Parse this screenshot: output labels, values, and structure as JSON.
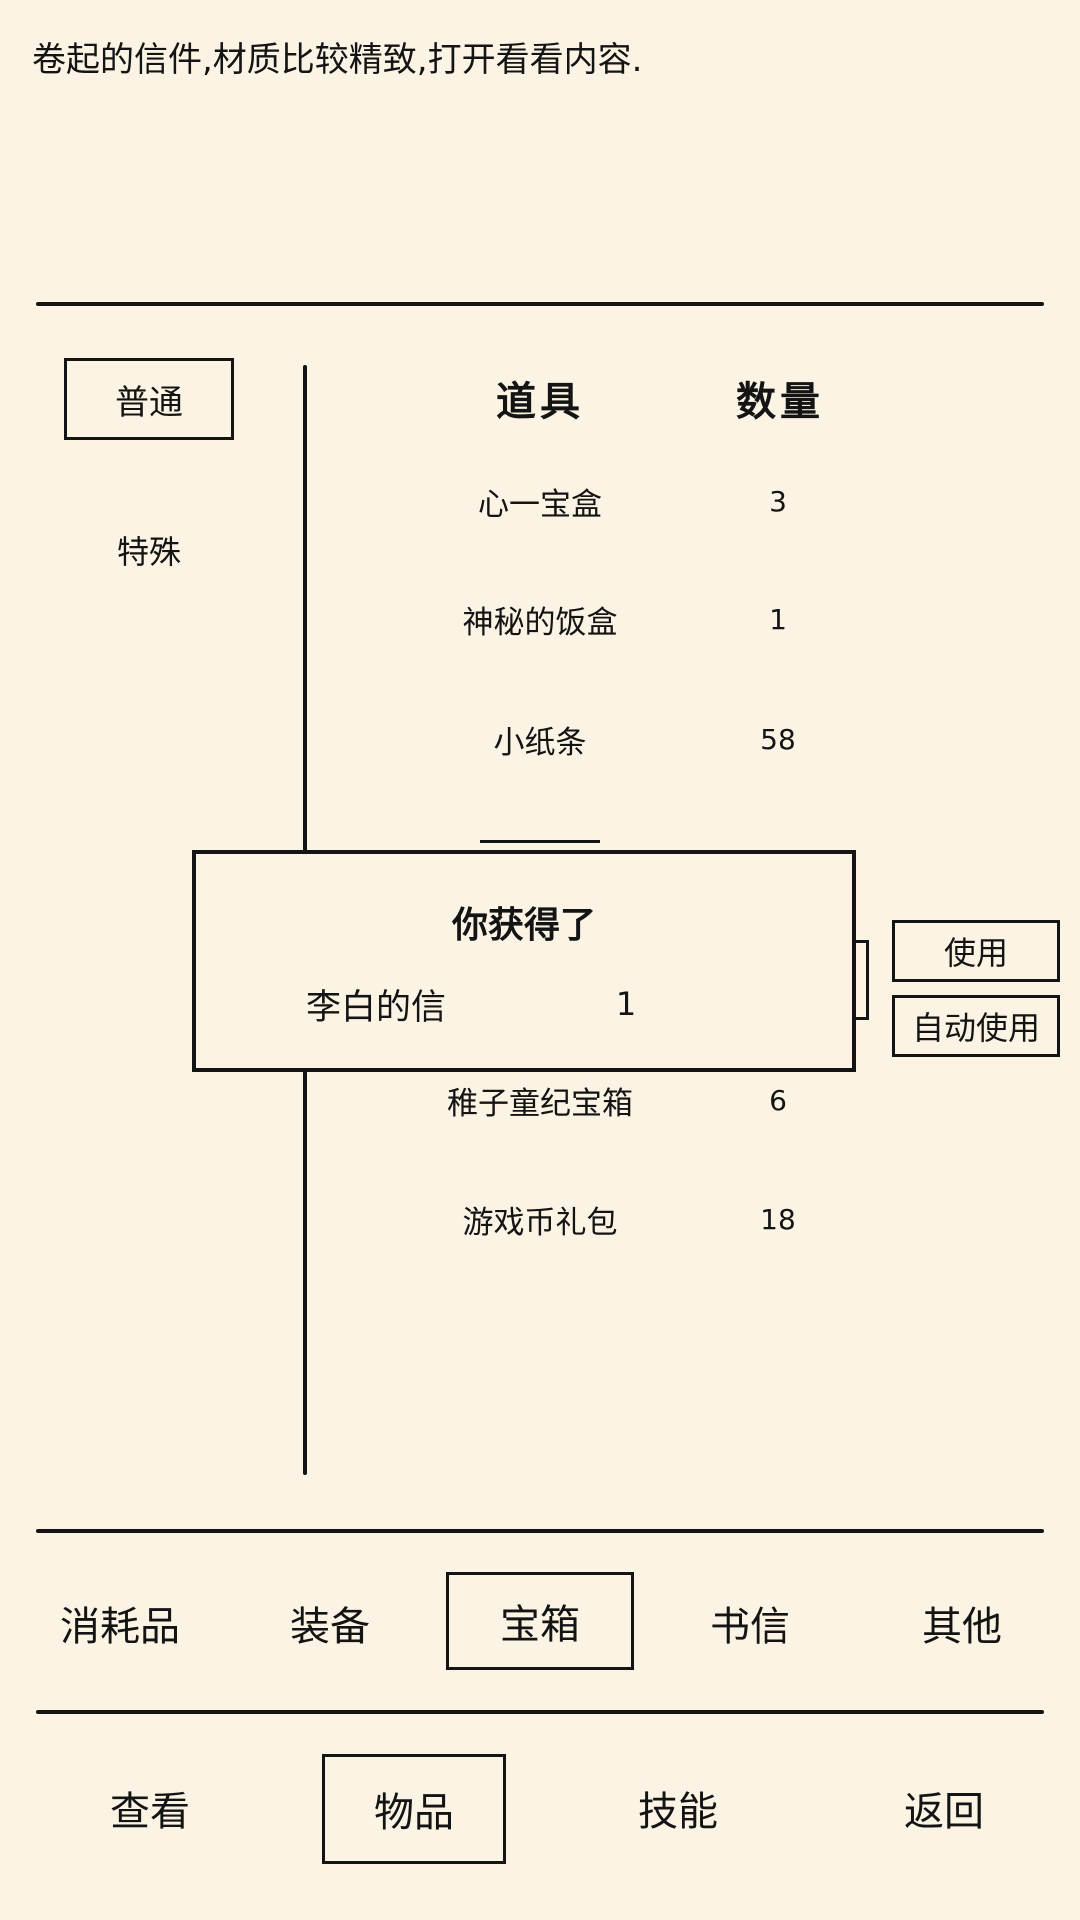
{
  "description": "卷起的信件,材质比较精致,打开看看内容.",
  "category_tabs": {
    "normal": "普通",
    "special": "特殊"
  },
  "table": {
    "header_item": "道具",
    "header_qty": "数量",
    "rows": [
      {
        "name": "心一宝盒",
        "qty": "3"
      },
      {
        "name": "神秘的饭盒",
        "qty": "1"
      },
      {
        "name": "小纸条",
        "qty": "58"
      },
      {
        "name": "稚子童纪宝箱",
        "qty": "6"
      },
      {
        "name": "游戏币礼包",
        "qty": "18"
      }
    ]
  },
  "popup": {
    "title": "你获得了",
    "item_name": "李白的信",
    "item_qty": "1"
  },
  "actions": {
    "use": "使用",
    "auto_use": "自动使用"
  },
  "item_tabs": [
    {
      "label": "消耗品"
    },
    {
      "label": "装备"
    },
    {
      "label": "宝箱",
      "selected": true
    },
    {
      "label": "书信"
    },
    {
      "label": "其他"
    }
  ],
  "bottom_nav": [
    {
      "label": "查看"
    },
    {
      "label": "物品",
      "selected": true
    },
    {
      "label": "技能"
    },
    {
      "label": "返回"
    }
  ],
  "colors": {
    "background": "#fbf4e4",
    "ink": "#141414"
  }
}
